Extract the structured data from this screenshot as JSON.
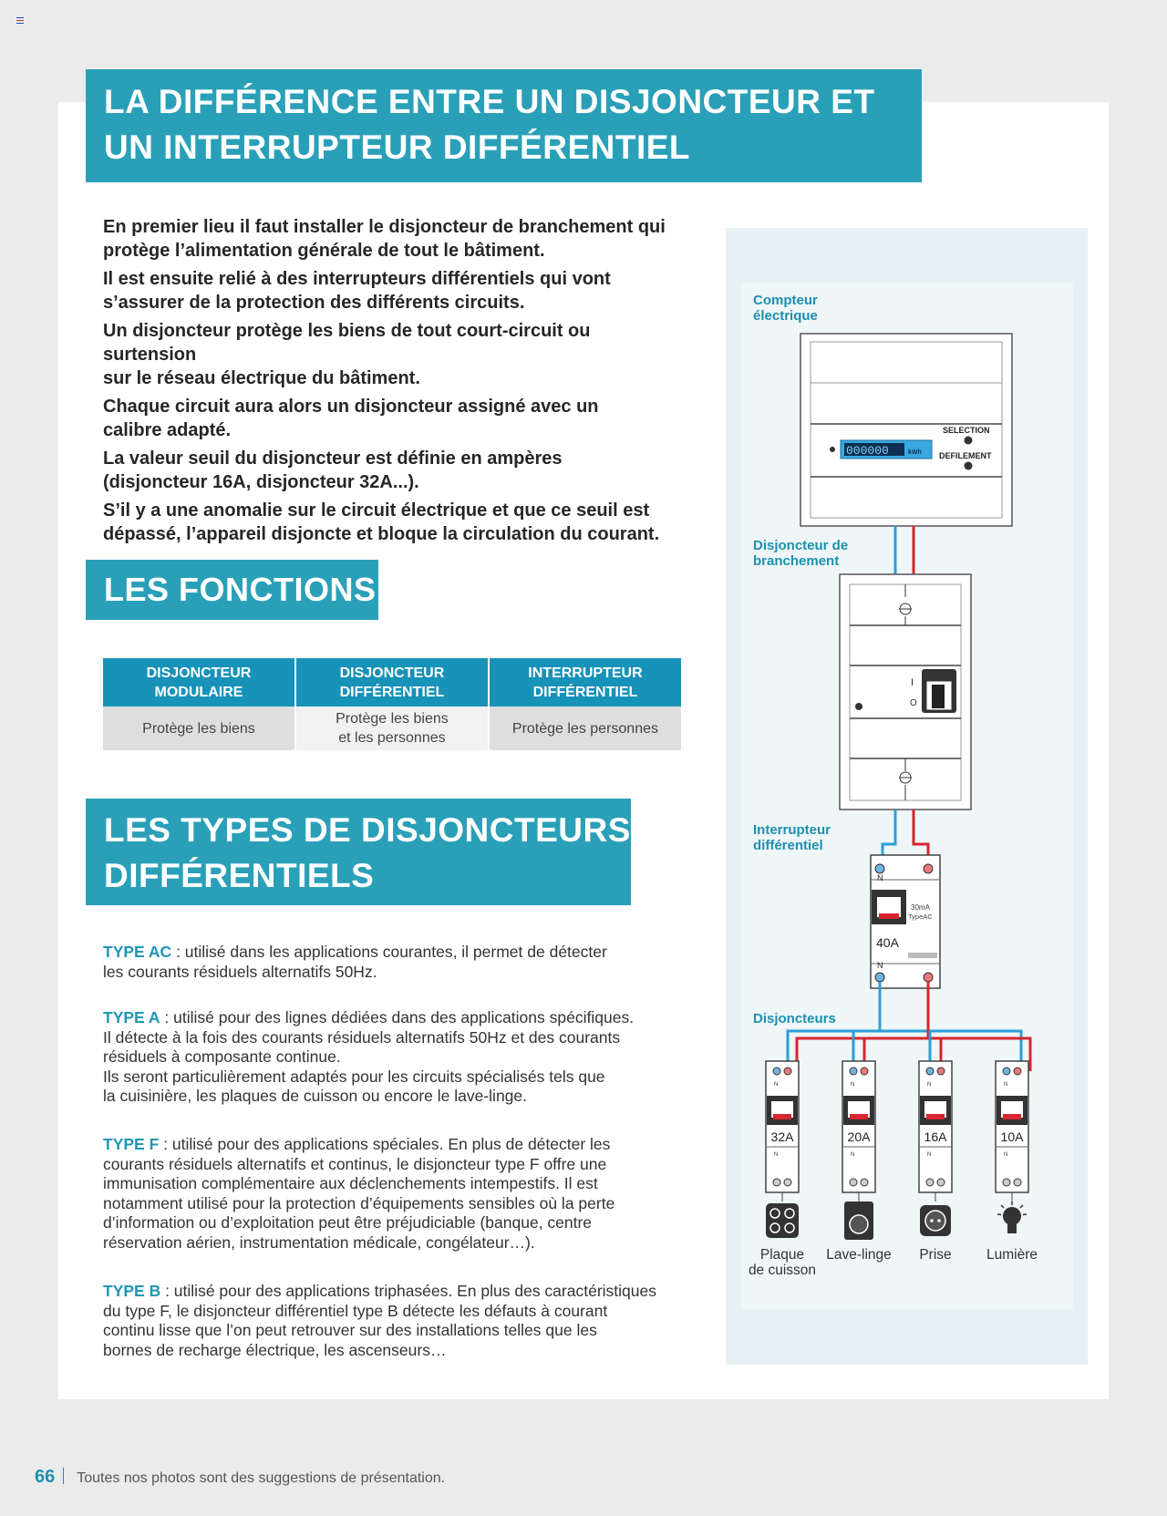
{
  "title": {
    "lines": [
      "LA DIFFÉRENCE ENTRE UN DISJONCTEUR ET",
      "UN INTERRUPTEUR DIFFÉRENTIEL"
    ]
  },
  "intro": [
    [
      "En premier lieu il faut installer le disjoncteur de branchement qui",
      "protège l’alimentation générale de tout le bâtiment."
    ],
    [
      "Il est ensuite relié à des interrupteurs différentiels qui vont",
      "s’assurer de la protection des différents circuits."
    ],
    [
      "Un disjoncteur protège les biens de tout court-circuit ou surtension",
      "sur le réseau électrique du bâtiment."
    ],
    [
      "Chaque circuit aura alors un disjoncteur assigné avec un",
      "calibre adapté."
    ],
    [
      "La valeur seuil du disjoncteur est définie en ampères",
      "(disjoncteur 16A, disjoncteur 32A...)."
    ],
    [
      "S’il y a une anomalie sur le circuit électrique et que ce seuil est",
      "dépassé, l’appareil disjoncte et bloque la circulation du courant."
    ]
  ],
  "fonctions": {
    "title": "LES FONCTIONS",
    "columns": [
      {
        "header": [
          "DISJONCTEUR",
          "MODULAIRE"
        ],
        "value": [
          "Protège les biens"
        ]
      },
      {
        "header": [
          "DISJONCTEUR",
          "DIFFÉRENTIEL"
        ],
        "value": [
          "Protège les biens",
          "et les personnes"
        ]
      },
      {
        "header": [
          "INTERRUPTEUR",
          "DIFFÉRENTIEL"
        ],
        "value": [
          "Protège les personnes"
        ]
      }
    ]
  },
  "types": {
    "title": [
      "LES TYPES DE DISJONCTEURS",
      "DIFFÉRENTIELS"
    ],
    "items": [
      {
        "name": "TYPE AC",
        "lines": [
          " : utilisé dans les applications courantes, il permet de détecter",
          "les courants résiduels alternatifs 50Hz."
        ]
      },
      {
        "name": "TYPE A",
        "lines": [
          " : utilisé pour des lignes dédiées dans des applications spécifiques.",
          "Il détecte à la fois des courants résiduels alternatifs 50Hz et des courants",
          "résiduels à composante continue.",
          "Ils seront particulièrement adaptés pour les circuits spécialisés tels que",
          "la cuisinière, les plaques de cuisson ou encore le lave-linge."
        ]
      },
      {
        "name": "TYPE F",
        "lines": [
          " : utilisé pour des applications spéciales. En plus de détecter les",
          "courants résiduels alternatifs et continus, le disjoncteur type F offre une",
          "immunisation complémentaire aux déclenchements intempestifs. Il est",
          "notamment utilisé pour la protection d’équipements sensibles où la perte",
          "d’information ou d’exploitation peut être préjudiciable (banque, centre",
          "réservation aérien, instrumentation médicale, congélateur…)."
        ]
      },
      {
        "name": "TYPE B",
        "lines": [
          " : utilisé pour des applications triphasées. En plus des caractéristiques",
          "du type F, le disjoncteur différentiel type B détecte les défauts à courant",
          "continu lisse que l’on peut retrouver sur des installations telles que les",
          "bornes de recharge électrique, les ascenseurs…"
        ]
      }
    ]
  },
  "diagram": {
    "compteur_label": [
      "Compteur",
      "électrique"
    ],
    "display_value": "000000",
    "display_unit": "kWh",
    "selection": "SELECTION",
    "defilement": "DEFILEMENT",
    "branchement_label": [
      "Disjoncteur de",
      "branchement"
    ],
    "switch_on": "I",
    "switch_off": "O",
    "interrupteur_label": [
      "Interrupteur",
      "différentiel"
    ],
    "rcd_rating": "40A",
    "rcd_sensitivity": [
      "30mA",
      "TypeAC"
    ],
    "neutral": "N",
    "disjoncteurs_label": "Disjoncteurs",
    "breakers": [
      {
        "rating": "32A",
        "appliance": [
          "Plaque",
          "de cuisson"
        ],
        "icon": "cooktop-icon"
      },
      {
        "rating": "20A",
        "appliance": [
          "Lave-linge"
        ],
        "icon": "washing-machine-icon"
      },
      {
        "rating": "16A",
        "appliance": [
          "Prise"
        ],
        "icon": "socket-icon"
      },
      {
        "rating": "10A",
        "appliance": [
          "Lumière"
        ],
        "icon": "light-bulb-icon"
      }
    ],
    "colors": {
      "neutral_wire": "#2b9fd6",
      "phase_wire": "#d7262e",
      "accent": "#2aa0b8"
    }
  },
  "footer": {
    "page_number": "66",
    "note": "Toutes nos photos sont des suggestions de présentation."
  }
}
